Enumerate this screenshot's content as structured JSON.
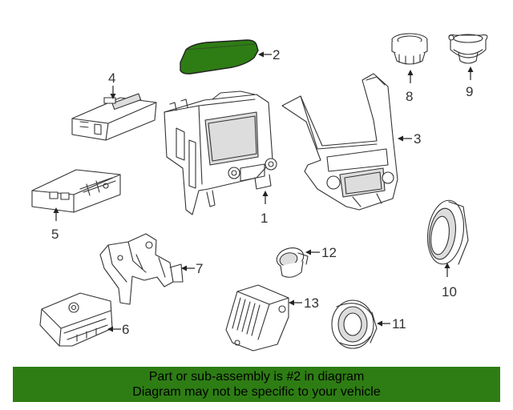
{
  "callouts": {
    "c1": "1",
    "c2": "2",
    "c3": "3",
    "c4": "4",
    "c5": "5",
    "c6": "6",
    "c7": "7",
    "c8": "8",
    "c9": "9",
    "c10": "10",
    "c11": "11",
    "c12": "12",
    "c13": "13"
  },
  "highlight_color": "#2e7d14",
  "banner": {
    "line1": "Part or sub-assembly is #2 in diagram",
    "line2": "Diagram may not be specific to your vehicle"
  }
}
